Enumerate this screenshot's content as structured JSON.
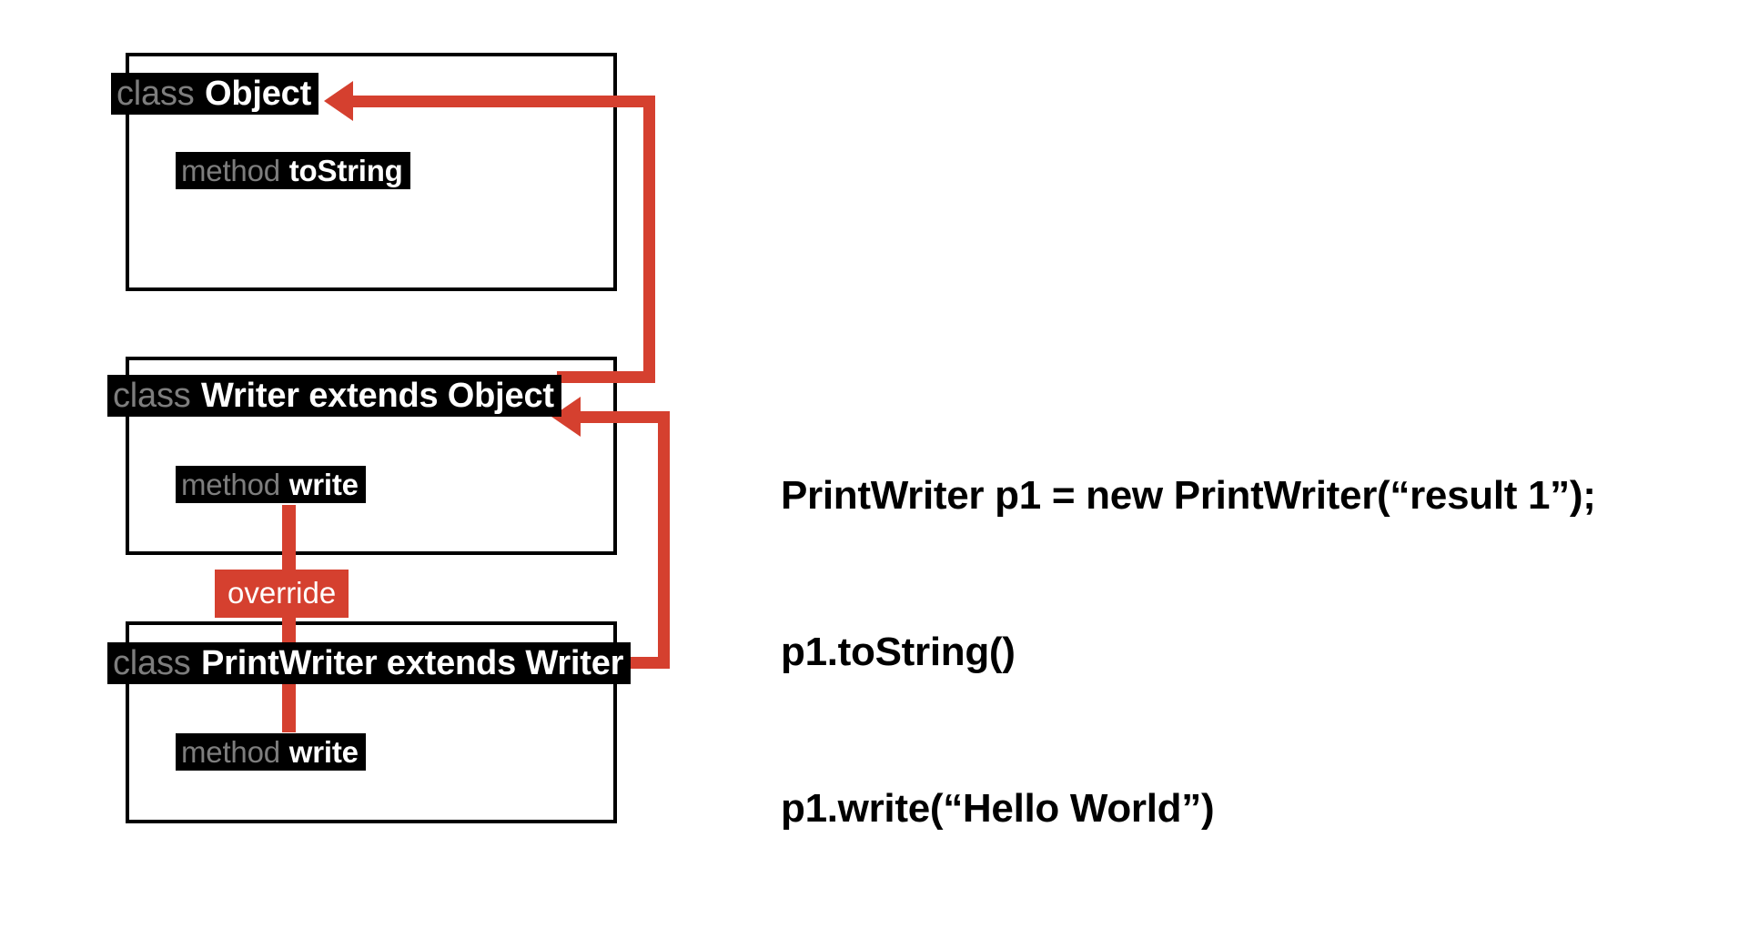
{
  "diagram": {
    "title": "Java inheritance and method override diagram",
    "colors": {
      "accent_red": "#d5402f",
      "chip_background": "#000000",
      "keyword_gray": "#7d7d7d",
      "name_white": "#ffffff",
      "box_border": "#000000",
      "canvas": "#ffffff"
    },
    "classes": [
      {
        "id": "object",
        "keyword": "class",
        "name": "Object",
        "methods": [
          {
            "keyword": "method",
            "name": "toString"
          }
        ]
      },
      {
        "id": "writer",
        "keyword": "class",
        "name": "Writer extends Object",
        "methods": [
          {
            "keyword": "method",
            "name": "write"
          }
        ]
      },
      {
        "id": "printwriter",
        "keyword": "class",
        "name": "PrintWriter extends Writer",
        "methods": [
          {
            "keyword": "method",
            "name": "write"
          }
        ]
      }
    ],
    "connectors": [
      {
        "id": "writer-extends-object",
        "from": "writer",
        "to": "object",
        "kind": "inheritance-arrow",
        "color": "#d5402f"
      },
      {
        "id": "printwriter-extends-writer",
        "from": "printwriter",
        "to": "writer",
        "kind": "inheritance-arrow",
        "color": "#d5402f"
      }
    ],
    "override": {
      "label": "override",
      "from_method": "write",
      "from_class": "writer",
      "to_method": "write",
      "to_class": "printwriter",
      "color": "#d5402f"
    }
  },
  "code": {
    "lines": [
      "PrintWriter p1 = new PrintWriter(“result 1”);",
      "p1.toString()",
      "p1.write(“Hello World”)"
    ],
    "line1": "PrintWriter p1 = new PrintWriter(“result 1”);",
    "line2": "p1.toString()",
    "line3": "p1.write(“Hello World”)"
  }
}
